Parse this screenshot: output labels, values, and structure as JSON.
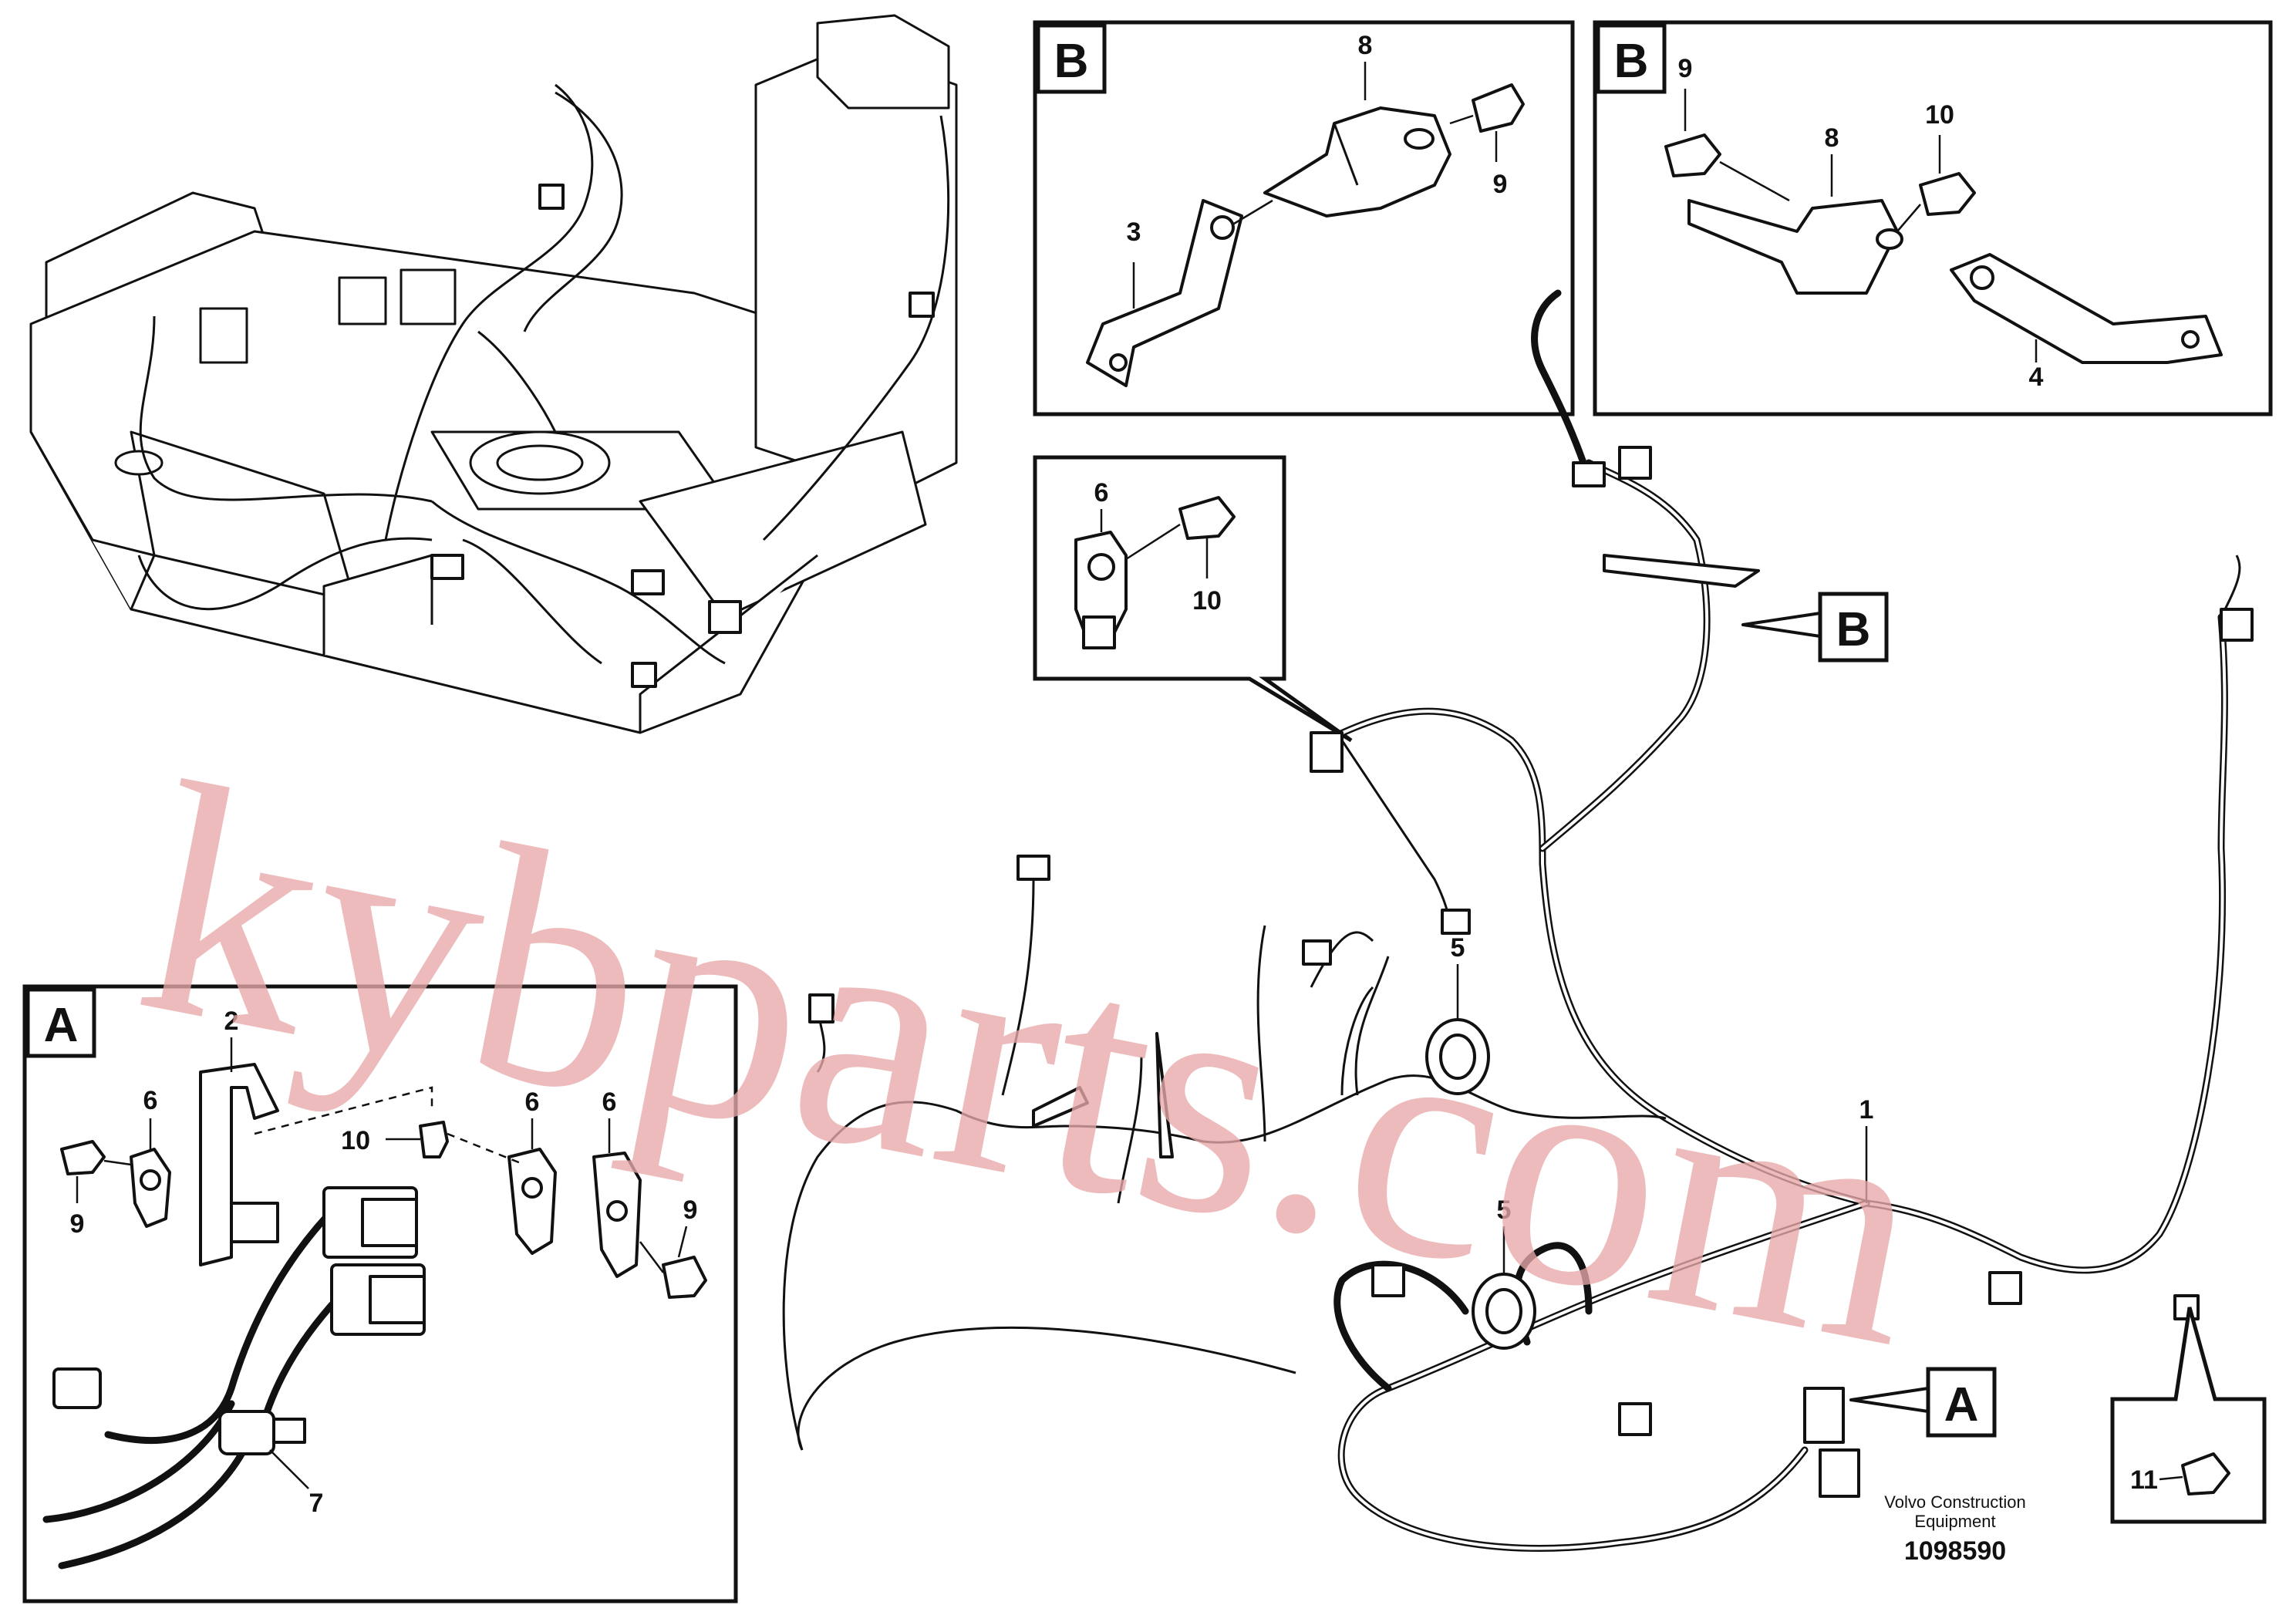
{
  "watermark": "kybparts.com",
  "footer": {
    "brand_line1": "Volvo Construction",
    "brand_line2": "Equipment",
    "drawing_number": "1098590"
  },
  "views": {
    "detail_b_left": {
      "tag": "B",
      "parts": [
        "8",
        "9",
        "3"
      ]
    },
    "detail_b_right": {
      "tag": "B",
      "parts": [
        "9",
        "10",
        "8",
        "4"
      ]
    },
    "detail_sensor": {
      "parts": [
        "6",
        "10"
      ]
    },
    "detail_a": {
      "tag": "A",
      "parts": [
        "2",
        "6",
        "10",
        "6",
        "6",
        "9",
        "9",
        "7"
      ]
    },
    "detail_screw": {
      "parts": [
        "11"
      ]
    }
  },
  "main": {
    "callout_b": "B",
    "callout_a": "A",
    "parts": [
      "5",
      "5",
      "1"
    ]
  }
}
